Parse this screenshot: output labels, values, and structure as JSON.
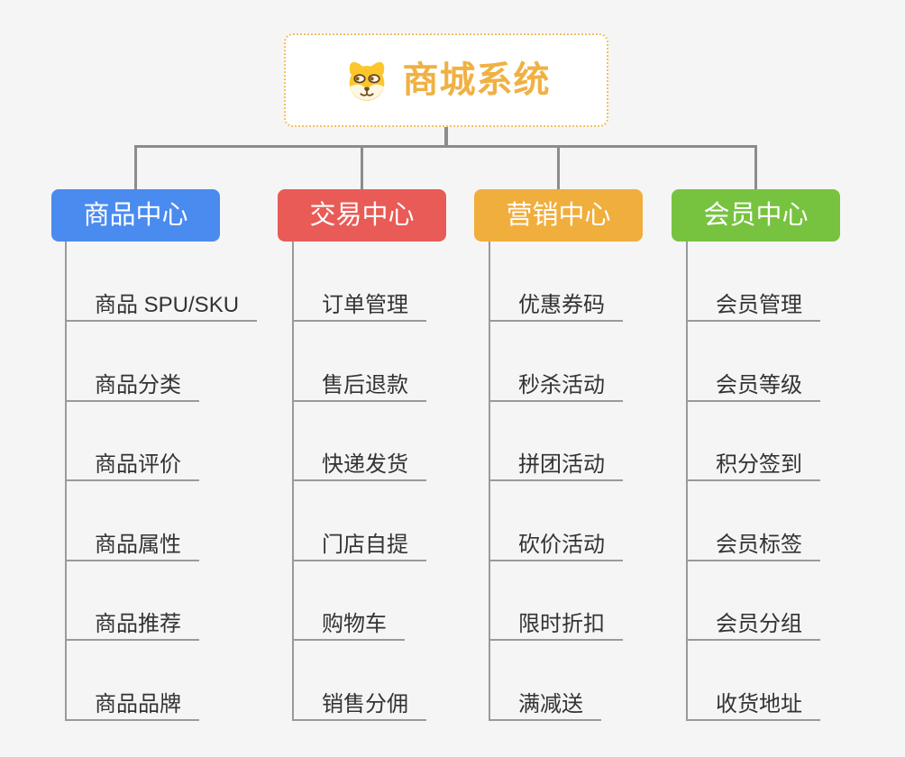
{
  "canvas": {
    "background": "#f5f5f5",
    "connector_color": "#8c8c8c",
    "underline_color": "#9a9a9a"
  },
  "root": {
    "title": "商城系统",
    "icon": "dog-face-icon",
    "title_color": "#f0b143",
    "border_color": "#f3be62"
  },
  "branches": [
    {
      "label": "商品中心",
      "color": "#4a8bf0",
      "items": [
        "商品 SPU/SKU",
        "商品分类",
        "商品评价",
        "商品属性",
        "商品推荐",
        "商品品牌"
      ]
    },
    {
      "label": "交易中心",
      "color": "#e95b56",
      "items": [
        "订单管理",
        "售后退款",
        "快递发货",
        "门店自提",
        "购物车",
        "销售分佣"
      ]
    },
    {
      "label": "营销中心",
      "color": "#f0ae3d",
      "items": [
        "优惠券码",
        "秒杀活动",
        "拼团活动",
        "砍价活动",
        "限时折扣",
        "满减送"
      ]
    },
    {
      "label": "会员中心",
      "color": "#77c340",
      "items": [
        "会员管理",
        "会员等级",
        "积分签到",
        "会员标签",
        "会员分组",
        "收货地址"
      ]
    }
  ]
}
